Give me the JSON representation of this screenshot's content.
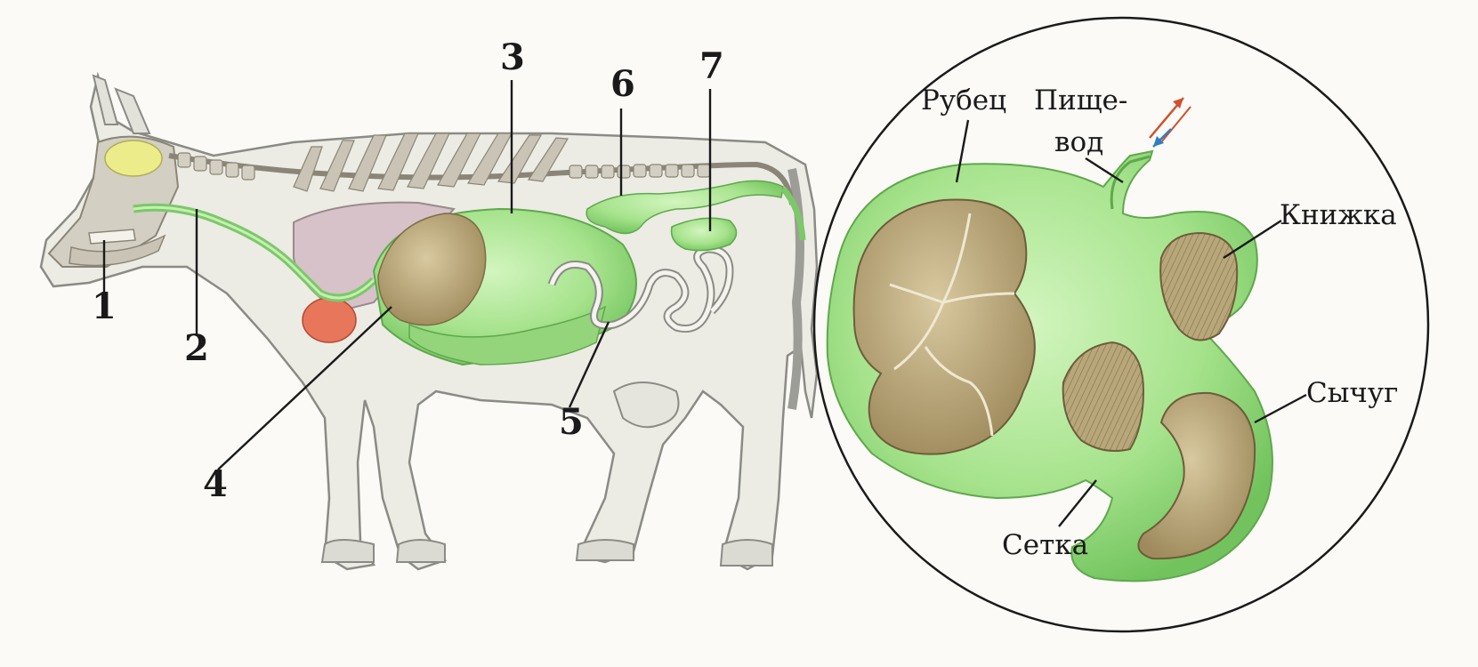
{
  "cow": {
    "labels": [
      "1",
      "2",
      "3",
      "4",
      "5",
      "6",
      "7"
    ]
  },
  "stomach": {
    "rumen": "Рубец",
    "esophagus_line1": "Пище-",
    "esophagus_line2": "вод",
    "omasum": "Книжка",
    "abomasum": "Сычуг",
    "reticulum": "Сетка"
  },
  "colors": {
    "body_fill": "#ecebe4",
    "outline": "#8b8b86",
    "organ_green": "#a6e38c",
    "organ_green_dark": "#6fbf5c",
    "food_brown": "#b8a57a",
    "liver": "#d6c2c8",
    "heart": "#e8765a",
    "skull_yellow": "#ecec8a",
    "arrow_red": "#d0502c",
    "arrow_blue": "#2f7fc0"
  }
}
